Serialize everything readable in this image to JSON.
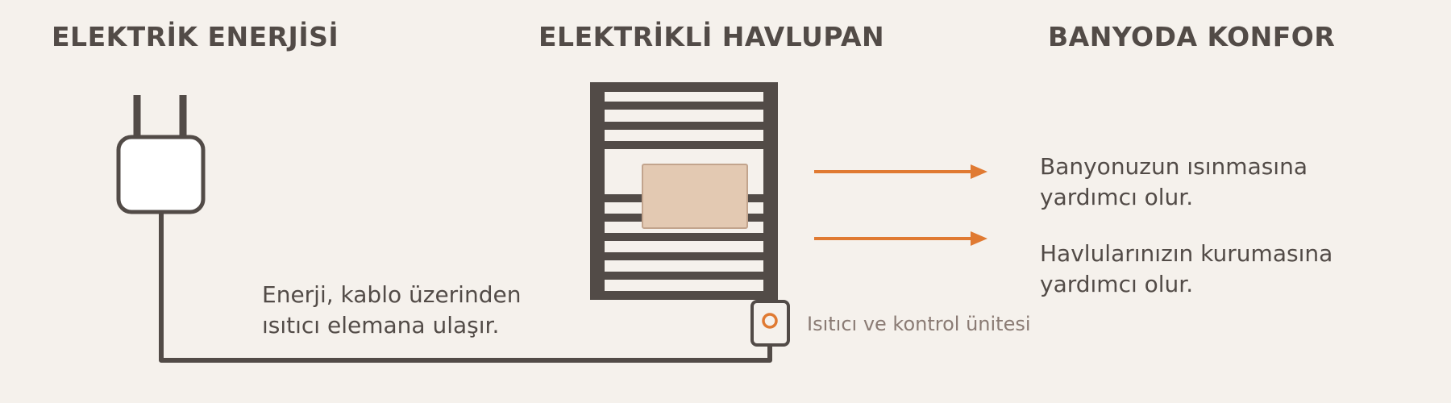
{
  "headings": {
    "energy": "ELEKTRİK ENERJİSİ",
    "towel_warmer": "ELEKTRİKLİ HAVLUPAN",
    "comfort": "BANYODA KONFOR"
  },
  "cable_caption": {
    "line1": "Enerji, kablo üzerinden",
    "line2": "ısıtıcı elemana ulaşır."
  },
  "unit_label": "Isıtıcı ve kontrol ünitesi",
  "benefits": [
    {
      "line1": "Banyonuzun ısınmasına",
      "line2": "yardımcı olur."
    },
    {
      "line1": "Havlularınızın kurumasına",
      "line2": "yardımcı olur."
    }
  ],
  "icons": {
    "plug": "plug-icon",
    "towel_rail": "towel-rail-icon",
    "towel": "towel-icon",
    "control_unit": "control-unit-icon",
    "arrow": "arrow-right-icon"
  },
  "colors": {
    "background": "#f5f1ec",
    "stroke": "#524b47",
    "accent": "#e07a32",
    "towel": "#e3c9b2",
    "towel_border": "#c2a48d",
    "muted_text": "#8a7b74"
  }
}
